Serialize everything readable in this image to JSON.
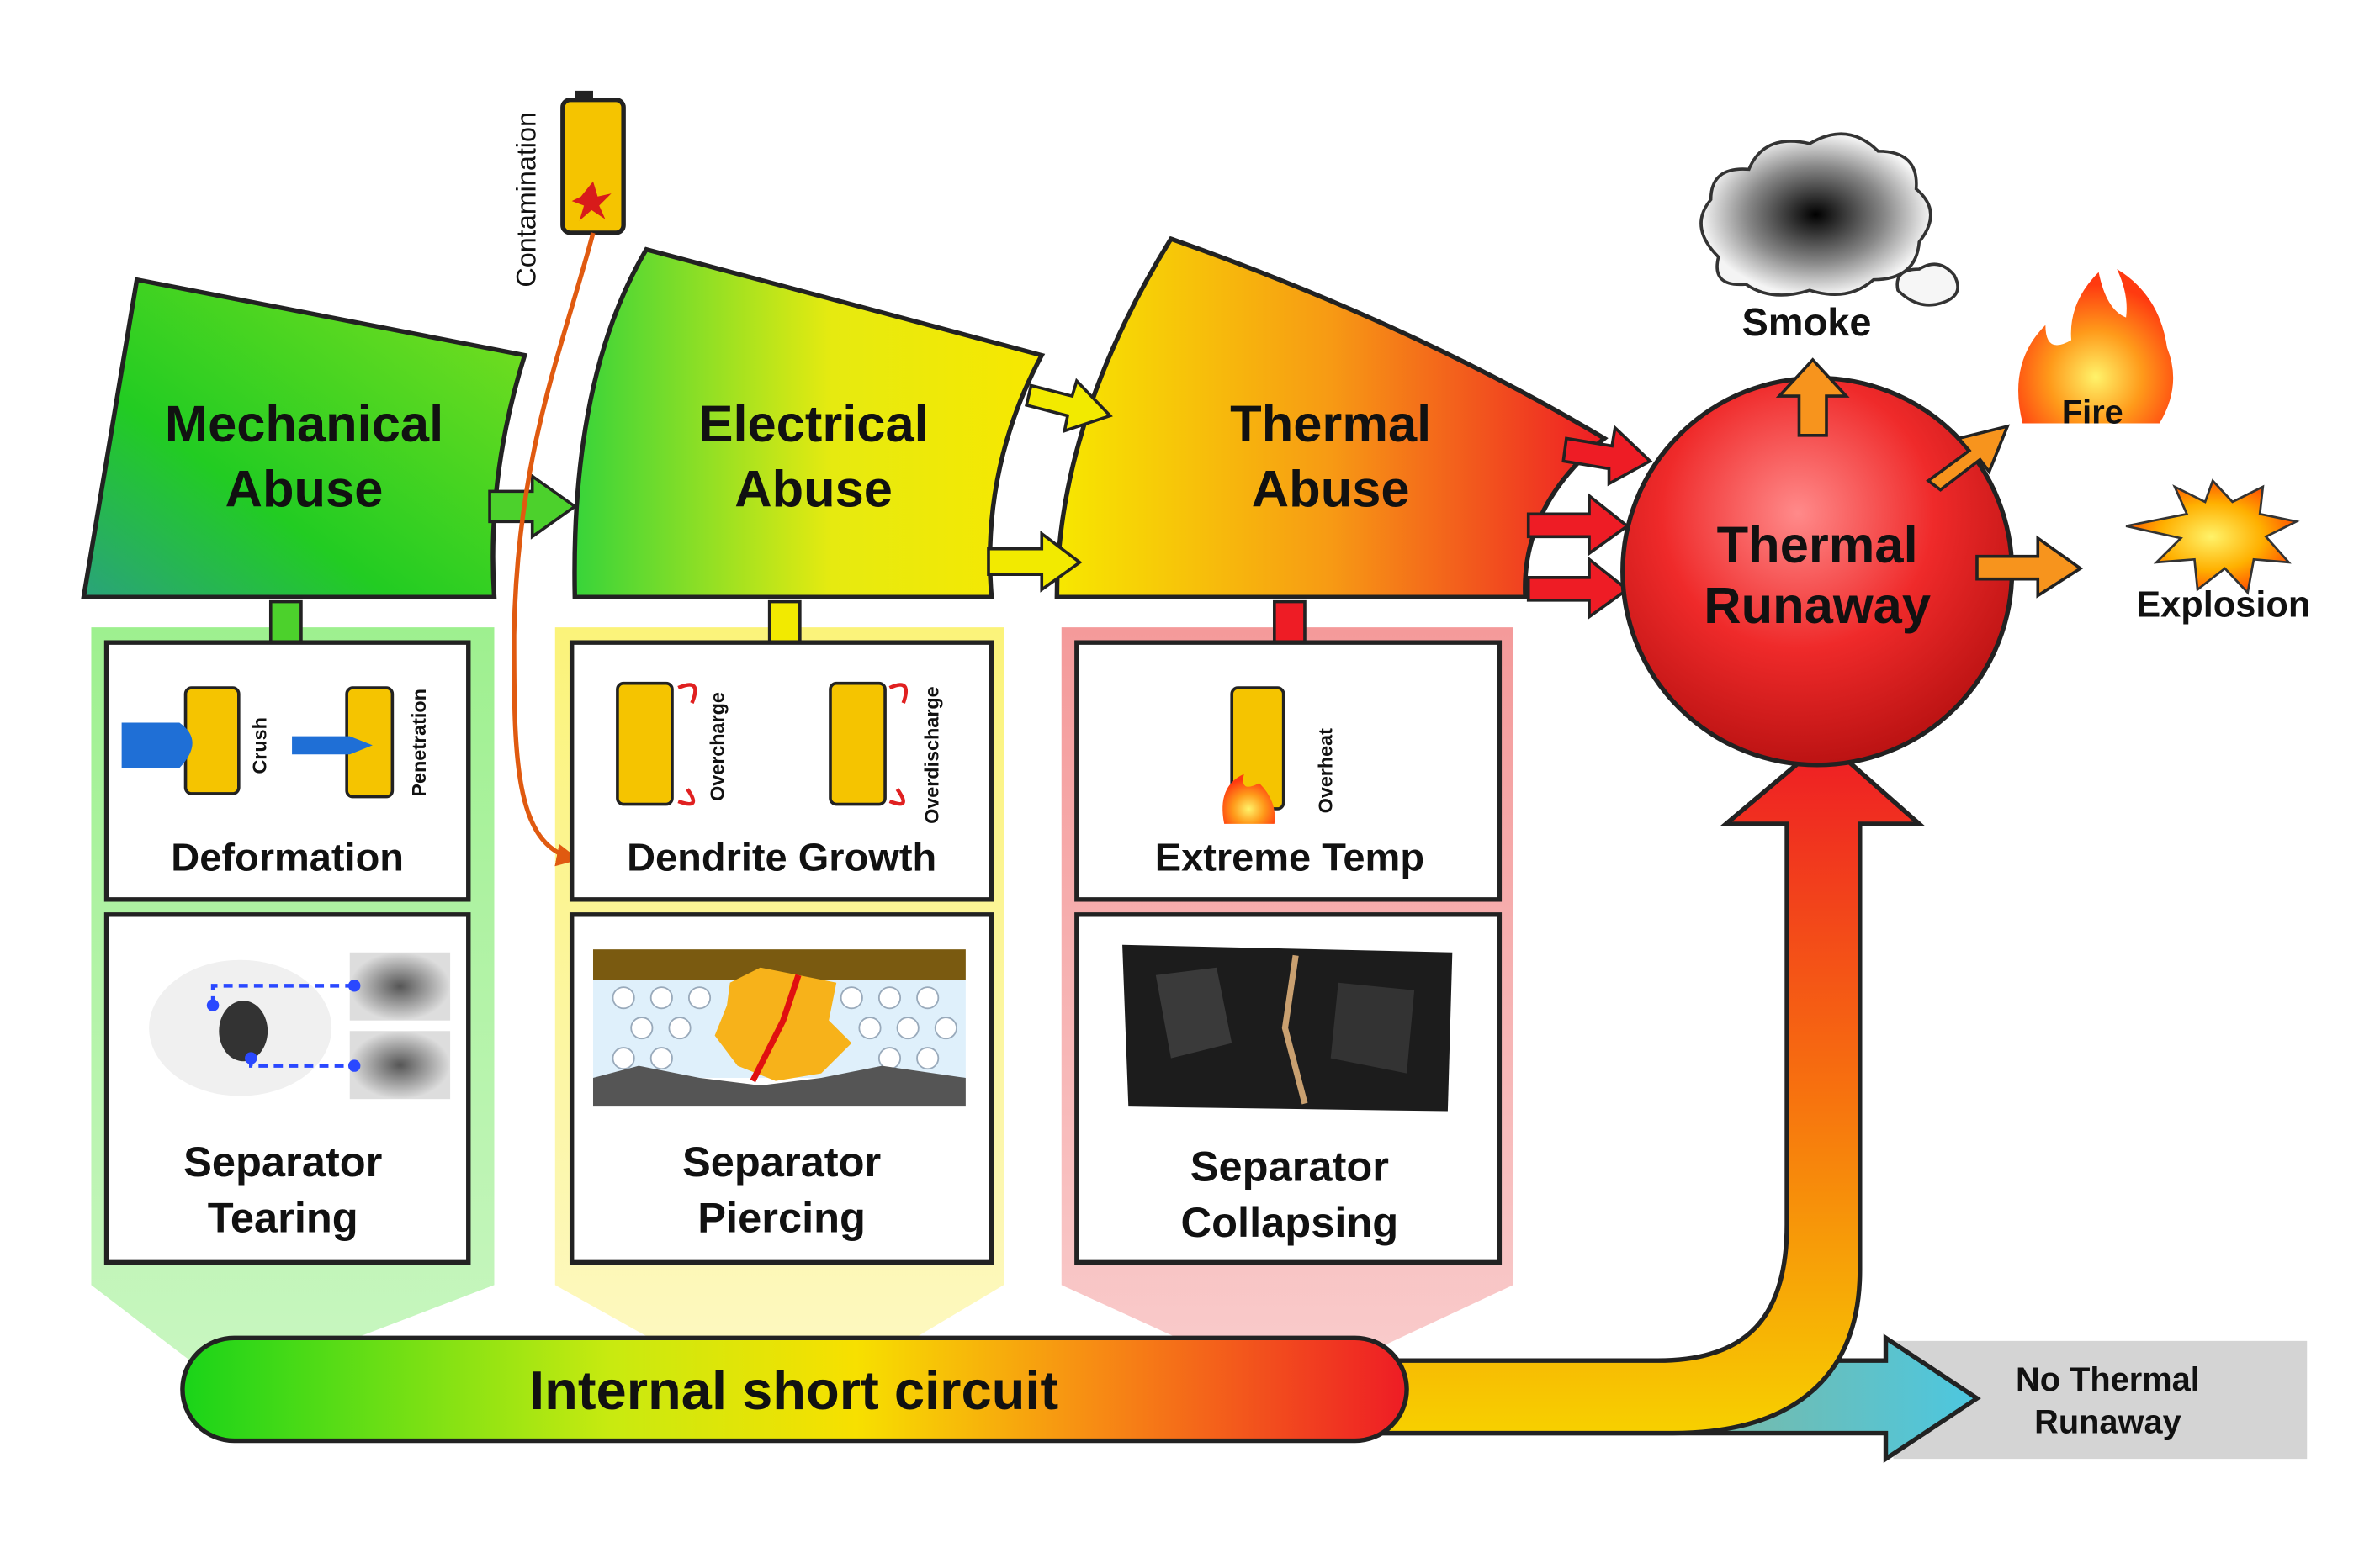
{
  "stages": [
    {
      "id": "mechanical",
      "title_line1": "Mechanical",
      "title_line2": "Abuse"
    },
    {
      "id": "electrical",
      "title_line1": "Electrical",
      "title_line2": "Abuse"
    },
    {
      "id": "thermal",
      "title_line1": "Thermal",
      "title_line2": "Abuse"
    }
  ],
  "contamination": "Contamination",
  "mechanical": {
    "crush": "Crush",
    "penetration": "Penetration",
    "trigger": "Deformation",
    "failure_line1": "Separator",
    "failure_line2": "Tearing"
  },
  "electrical": {
    "overcharge": "Overcharge",
    "overdischarge": "Overdischarge",
    "trigger": "Dendrite Growth",
    "failure_line1": "Separator",
    "failure_line2": "Piercing"
  },
  "thermal": {
    "overheat": "Overheat",
    "trigger": "Extreme Temp",
    "failure_line1": "Separator",
    "failure_line2": "Collapsing"
  },
  "runaway": {
    "line1": "Thermal",
    "line2": "Runaway"
  },
  "outcomes": {
    "smoke": "Smoke",
    "fire": "Fire",
    "explosion": "Explosion"
  },
  "isc": "Internal short circuit",
  "no_runaway": {
    "line1": "No Thermal",
    "line2": "Runaway"
  },
  "colors": {
    "green": "#22cc22",
    "yellow": "#f2ea00",
    "orange": "#f7941d",
    "red": "#ee1c25",
    "cell": "#f5c400"
  }
}
